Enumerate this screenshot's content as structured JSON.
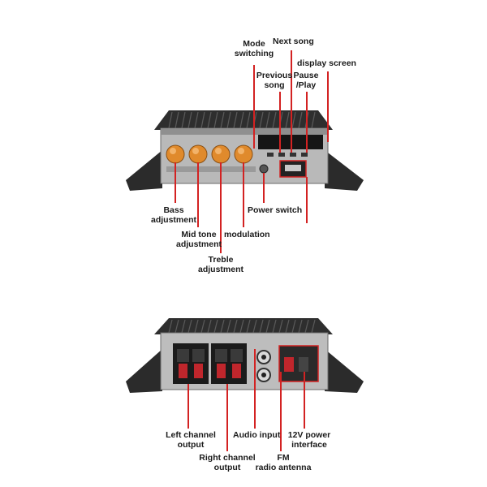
{
  "diagram": {
    "label_color": "#1a1a1a",
    "leader_color": "#d32222",
    "knob_color": "#e08a2c",
    "chassis_color": "#b9b9b9",
    "heatsink_color": "#2b2b2b"
  },
  "front_panel": {
    "labels": {
      "mode_switching": "Mode\nswitching",
      "next_song": "Next song",
      "display_screen": "display screen",
      "previous_song": "Previous\nsong",
      "pause_play": "Pause\n/Play",
      "bass_adjustment": "Bass\nadjustment",
      "mid_tone_adjustment": "Mid tone\nadjustment",
      "treble_adjustment": "Treble\nadjustment",
      "modulation": "modulation",
      "power_switch": "Power switch"
    }
  },
  "rear_panel": {
    "labels": {
      "left_channel_output": "Left channel\noutput",
      "right_channel_output": "Right channel\noutput",
      "audio_input": "Audio input",
      "fm_radio_antenna": "FM\nradio antenna",
      "power_interface": "12V power\ninterface"
    }
  }
}
